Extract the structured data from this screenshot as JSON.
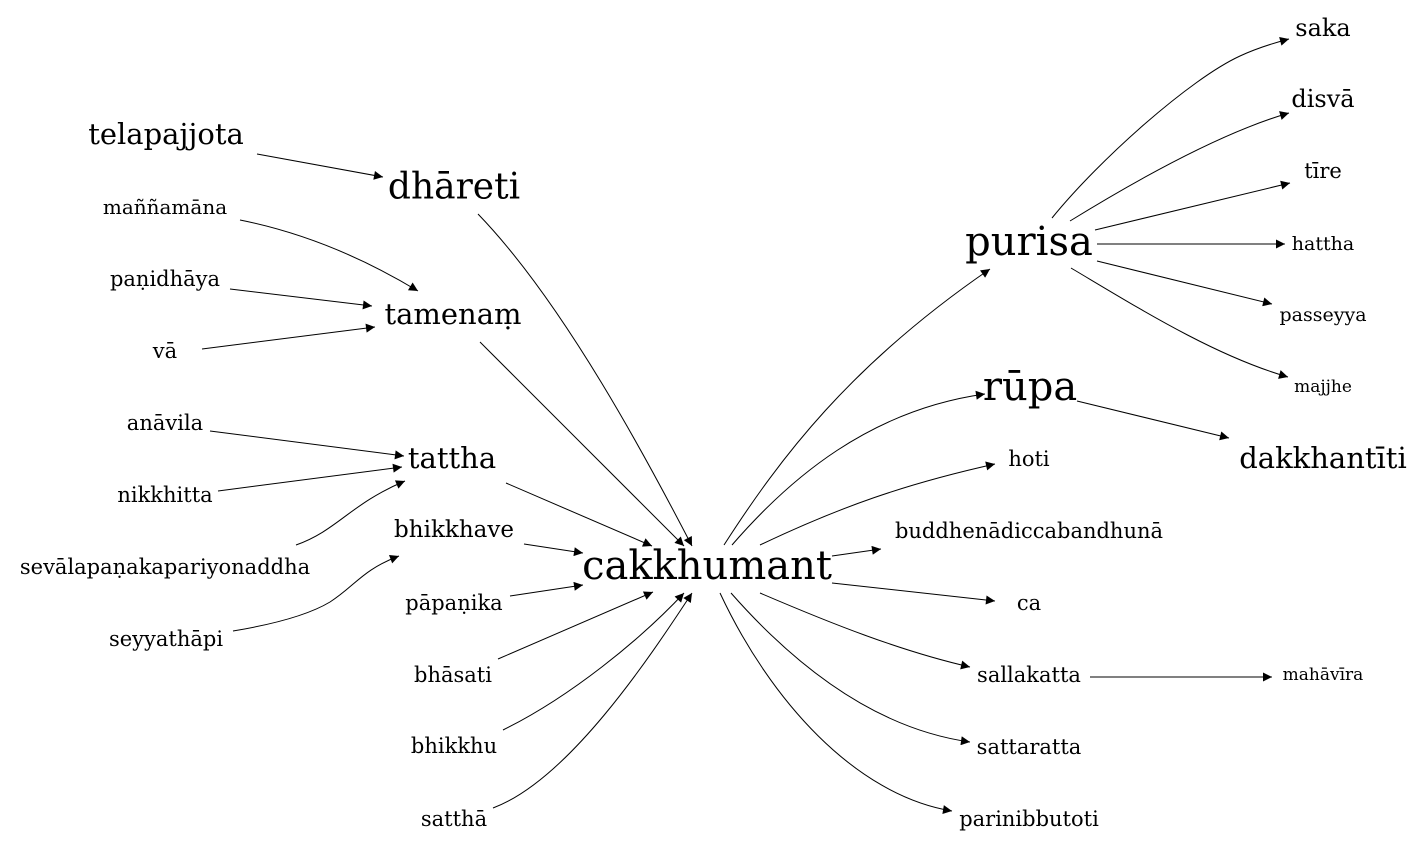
{
  "graph": {
    "nodes": [
      {
        "id": "cakkhumant",
        "label": "cakkhumant"
      },
      {
        "id": "purisa",
        "label": "purisa"
      },
      {
        "id": "rupa",
        "label": "rūpa"
      },
      {
        "id": "dhareti",
        "label": "dhāreti"
      },
      {
        "id": "tamenam",
        "label": "tamenaṃ"
      },
      {
        "id": "tattha",
        "label": "tattha"
      },
      {
        "id": "dakkhantiti",
        "label": "dakkhantīti"
      },
      {
        "id": "telapajjota",
        "label": "telapajjota"
      },
      {
        "id": "mannamana",
        "label": "maññamāna"
      },
      {
        "id": "panidhaya",
        "label": "paṇidhāya"
      },
      {
        "id": "va",
        "label": "vā"
      },
      {
        "id": "anavila",
        "label": "anāvila"
      },
      {
        "id": "nikkhitta",
        "label": "nikkhitta"
      },
      {
        "id": "sevalapanaka",
        "label": "sevālapaṇakapariyonaddha"
      },
      {
        "id": "seyyathapi",
        "label": "seyyathāpi"
      },
      {
        "id": "bhikkhave",
        "label": "bhikkhave"
      },
      {
        "id": "papanika",
        "label": "pāpaṇika"
      },
      {
        "id": "bhasati",
        "label": "bhāsati"
      },
      {
        "id": "bhikkhu",
        "label": "bhikkhu"
      },
      {
        "id": "sattha",
        "label": "satthā"
      },
      {
        "id": "saka",
        "label": "saka"
      },
      {
        "id": "disva",
        "label": "disvā"
      },
      {
        "id": "tire",
        "label": "tīre"
      },
      {
        "id": "hattha",
        "label": "hattha"
      },
      {
        "id": "passeyya",
        "label": "passeyya"
      },
      {
        "id": "majjhe",
        "label": "majjhe"
      },
      {
        "id": "hoti",
        "label": "hoti"
      },
      {
        "id": "buddhena",
        "label": "buddhenādiccabandhunā"
      },
      {
        "id": "ca",
        "label": "ca"
      },
      {
        "id": "sallakatta",
        "label": "sallakatta"
      },
      {
        "id": "mahavira",
        "label": "mahāvīra"
      },
      {
        "id": "sattaratta",
        "label": "sattaratta"
      },
      {
        "id": "parinibbutoti",
        "label": "parinibbutoti"
      }
    ],
    "edges": [
      {
        "from": "telapajjota",
        "to": "dhareti"
      },
      {
        "from": "mannamana",
        "to": "tamenam"
      },
      {
        "from": "panidhaya",
        "to": "tamenam"
      },
      {
        "from": "va",
        "to": "tamenam"
      },
      {
        "from": "anavila",
        "to": "tattha"
      },
      {
        "from": "nikkhitta",
        "to": "tattha"
      },
      {
        "from": "sevalapanaka",
        "to": "tattha"
      },
      {
        "from": "seyyathapi",
        "to": "bhikkhave"
      },
      {
        "from": "dhareti",
        "to": "cakkhumant"
      },
      {
        "from": "tamenam",
        "to": "cakkhumant"
      },
      {
        "from": "tattha",
        "to": "cakkhumant"
      },
      {
        "from": "bhikkhave",
        "to": "cakkhumant"
      },
      {
        "from": "papanika",
        "to": "cakkhumant"
      },
      {
        "from": "bhasati",
        "to": "cakkhumant"
      },
      {
        "from": "bhikkhu",
        "to": "cakkhumant"
      },
      {
        "from": "sattha",
        "to": "cakkhumant"
      },
      {
        "from": "cakkhumant",
        "to": "purisa"
      },
      {
        "from": "cakkhumant",
        "to": "rupa"
      },
      {
        "from": "cakkhumant",
        "to": "hoti"
      },
      {
        "from": "cakkhumant",
        "to": "buddhena"
      },
      {
        "from": "cakkhumant",
        "to": "ca"
      },
      {
        "from": "cakkhumant",
        "to": "sallakatta"
      },
      {
        "from": "cakkhumant",
        "to": "sattaratta"
      },
      {
        "from": "cakkhumant",
        "to": "parinibbutoti"
      },
      {
        "from": "purisa",
        "to": "saka"
      },
      {
        "from": "purisa",
        "to": "disva"
      },
      {
        "from": "purisa",
        "to": "tire"
      },
      {
        "from": "purisa",
        "to": "hattha"
      },
      {
        "from": "purisa",
        "to": "passeyya"
      },
      {
        "from": "purisa",
        "to": "majjhe"
      },
      {
        "from": "rupa",
        "to": "dakkhantiti"
      },
      {
        "from": "sallakatta",
        "to": "mahavira"
      }
    ]
  }
}
